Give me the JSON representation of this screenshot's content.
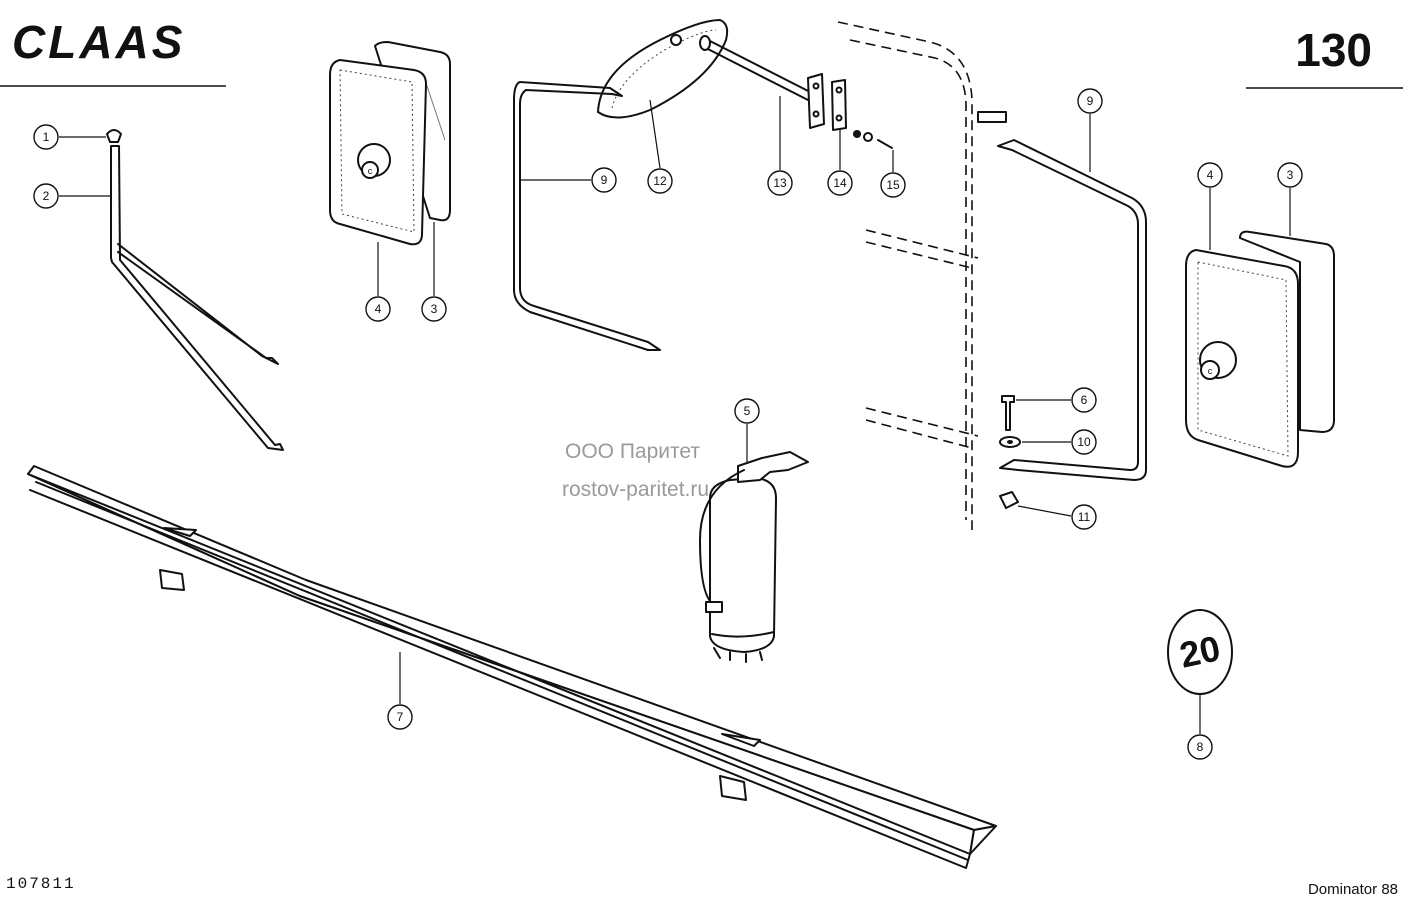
{
  "header": {
    "brand_logo_text": "CLAAS",
    "page_number": "130"
  },
  "footer": {
    "drawing_number": "107811",
    "model": "Dominator 88"
  },
  "watermark": {
    "company": "ООО Паритет",
    "website": "rostov-paritet.ru"
  },
  "sign": {
    "speed_limit": "20"
  },
  "callouts": [
    {
      "id": "callout-1",
      "label": "1"
    },
    {
      "id": "callout-2",
      "label": "2"
    },
    {
      "id": "callout-4-left",
      "label": "4"
    },
    {
      "id": "callout-3-left",
      "label": "3"
    },
    {
      "id": "callout-9-left",
      "label": "9"
    },
    {
      "id": "callout-12",
      "label": "12"
    },
    {
      "id": "callout-13",
      "label": "13"
    },
    {
      "id": "callout-14",
      "label": "14"
    },
    {
      "id": "callout-15",
      "label": "15"
    },
    {
      "id": "callout-9-right",
      "label": "9"
    },
    {
      "id": "callout-4-right",
      "label": "4"
    },
    {
      "id": "callout-3-right",
      "label": "3"
    },
    {
      "id": "callout-5",
      "label": "5"
    },
    {
      "id": "callout-6",
      "label": "6"
    },
    {
      "id": "callout-10",
      "label": "10"
    },
    {
      "id": "callout-11",
      "label": "11"
    },
    {
      "id": "callout-7",
      "label": "7"
    },
    {
      "id": "callout-8",
      "label": "8"
    }
  ]
}
